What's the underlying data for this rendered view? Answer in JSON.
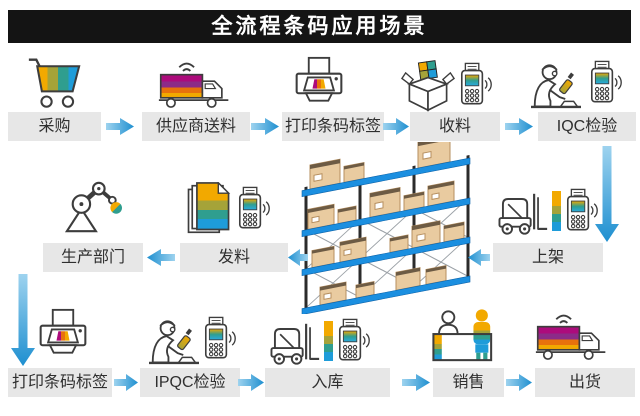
{
  "title": "全流程条码应用场景",
  "colors": {
    "banner_bg": "#141414",
    "banner_text": "#ffffff",
    "label_bg": "#e7e7e7",
    "label_text": "#2f2f2f",
    "arrow_blue_light": "#9ed3ef",
    "arrow_blue_dark": "#1e8fd0",
    "stripe_yellow": "#f2a900",
    "stripe_olive": "#a5a339",
    "stripe_teal": "#2f9e8f",
    "stripe_blue": "#1e9cd9",
    "truck_magenta": "#ad0b7c",
    "truck_purple": "#8c2b88",
    "truck_orange": "#e8720c",
    "shelf_blue": "#1b8fe0",
    "carton_tan": "#e9cba0"
  },
  "flow": {
    "row1": [
      {
        "label": "采购",
        "icon": "shopping-cart-icon"
      },
      {
        "label": "供应商送料",
        "icon": "delivery-truck-icon"
      },
      {
        "label": "打印条码标签",
        "icon": "barcode-printer-icon"
      },
      {
        "label": "收料",
        "icon": "open-box-scanner-icon"
      },
      {
        "label": "IQC检验",
        "icon": "inspector-scanner-icon"
      }
    ],
    "row2": [
      {
        "label": "生产部门",
        "icon": "robot-arm-icon"
      },
      {
        "label": "发料",
        "icon": "documents-scanner-icon"
      },
      {
        "label": "上架",
        "icon": "forklift-scanner-icon"
      }
    ],
    "row3": [
      {
        "label": "打印条码标签",
        "icon": "barcode-printer-icon"
      },
      {
        "label": "IPQC检验",
        "icon": "inspector-scanner-icon"
      },
      {
        "label": "入库",
        "icon": "forklift-scanner-icon"
      },
      {
        "label": "销售",
        "icon": "sales-counter-icon"
      },
      {
        "label": "出货",
        "icon": "shipping-truck-icon"
      }
    ],
    "center_illustration": "warehouse-racks"
  }
}
